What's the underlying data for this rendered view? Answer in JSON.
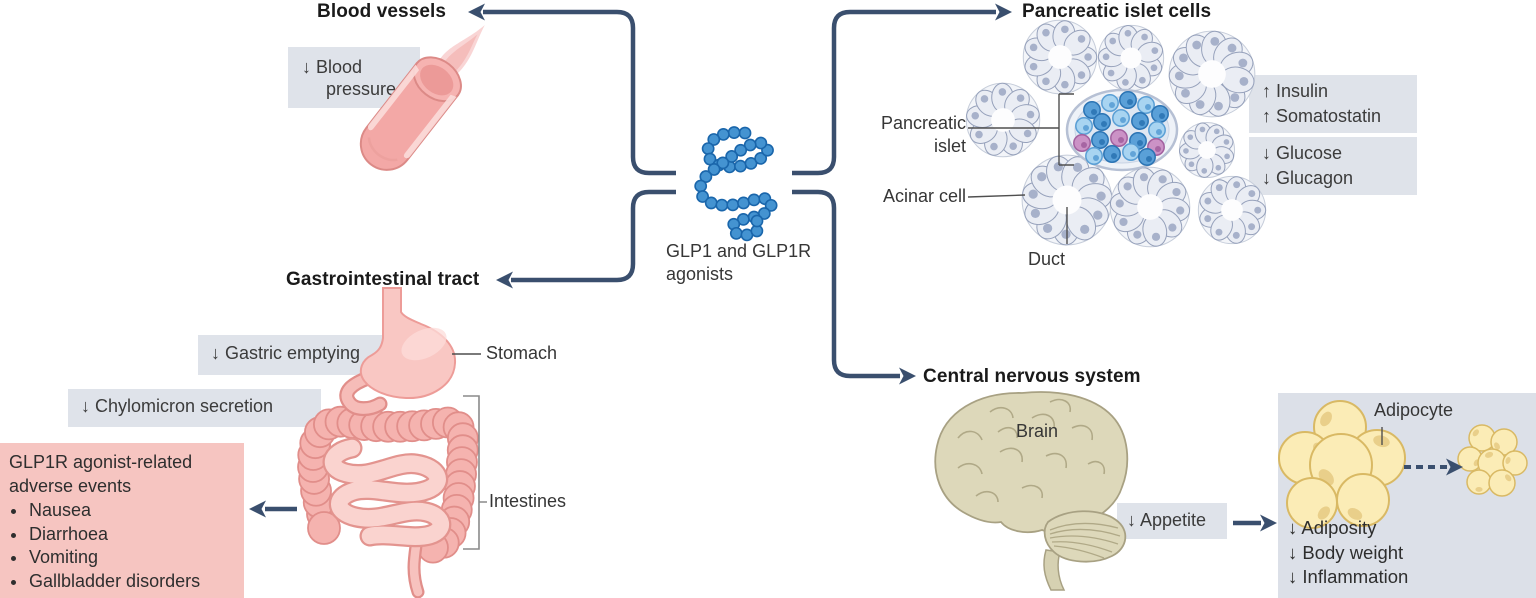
{
  "center": {
    "label": "GLP1 and GLP1R agonists"
  },
  "sections": {
    "blood_vessels": {
      "title": "Blood vessels",
      "effect": "↓ Blood pressure"
    },
    "pancreatic_islet": {
      "title": "Pancreatic islet cells",
      "hormone_effects": [
        "↑ Insulin",
        "↑ Somatostatin"
      ],
      "metabolic_effects": [
        "↓ Glucose",
        "↓ Glucagon"
      ],
      "islet_label": "Pancreatic islet",
      "acinar_label": "Acinar cell",
      "duct_label": "Duct"
    },
    "gastrointestinal": {
      "title": "Gastrointestinal tract",
      "gastric_effect": "↓ Gastric emptying",
      "chylomicron_effect": "↓ Chylomicron secretion",
      "stomach_label": "Stomach",
      "intestines_label": "Intestines",
      "adverse_events_title": "GLP1R agonist-related adverse events",
      "adverse_events": [
        "Nausea",
        "Diarrhoea",
        "Vomiting",
        "Gallbladder disorders"
      ]
    },
    "cns": {
      "title": "Central nervous system",
      "brain_label": "Brain",
      "appetite_effect": "↓ Appetite",
      "adipocyte_label": "Adipocyte",
      "outcomes": [
        "↓ Adiposity",
        "↓ Body weight",
        "↓ Inflammation"
      ]
    }
  },
  "colors": {
    "arrow_navy": "#3a4f6e",
    "effect_box_gray": "#dfe3ea",
    "adverse_box_pink": "#f6c5c1",
    "panel_gray": "#dce0e8",
    "molecule_blue": "#4493d1",
    "organ_pink": "#f5b3af",
    "brain_beige": "#ddd8ba",
    "adipocyte_yellow": "#fbecb6"
  }
}
